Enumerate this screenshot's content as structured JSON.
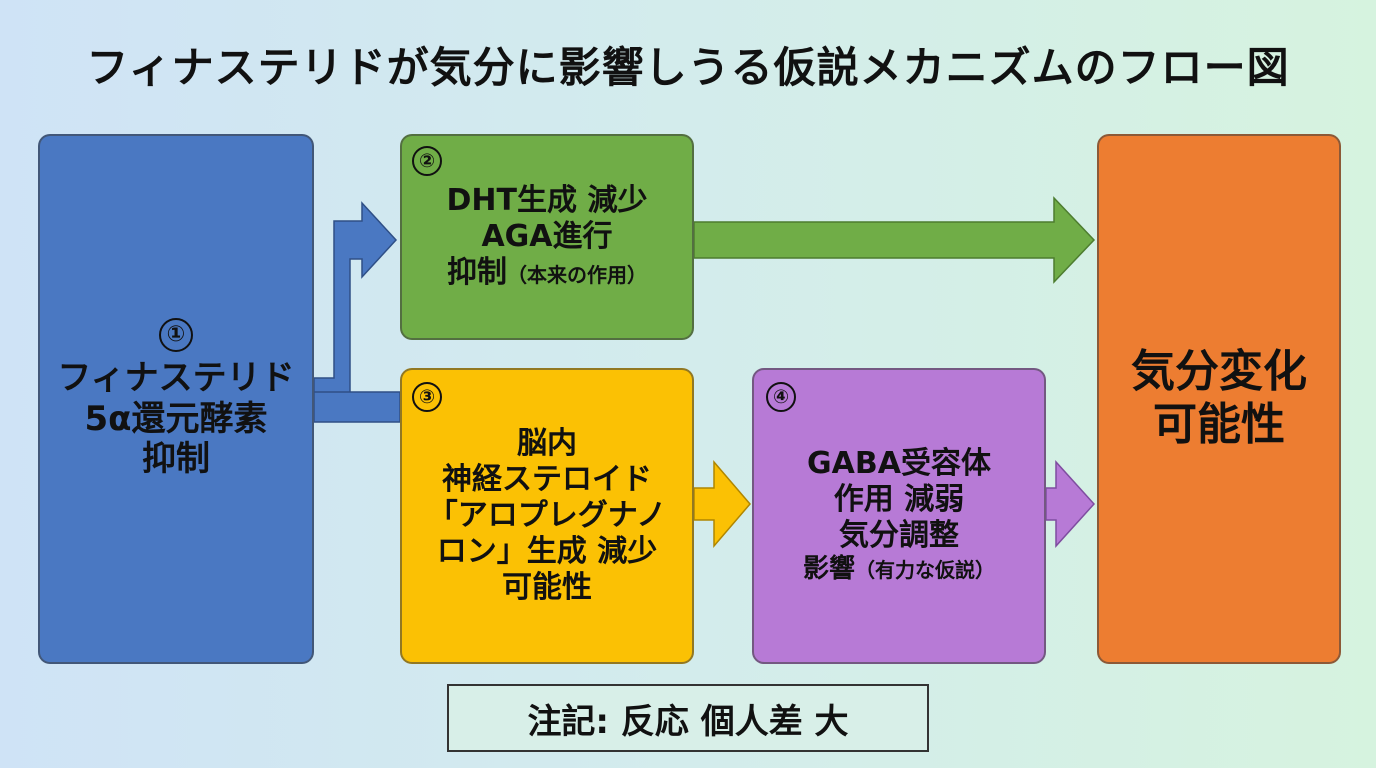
{
  "title": "フィナステリドが気分に影響しうる仮説メカニズムのフロー図",
  "colors": {
    "box1": "#4a78c2",
    "box2": "#70ad47",
    "box3": "#fbc104",
    "box4": "#b77ad6",
    "box5": "#ed7d31"
  },
  "boxes": {
    "box1": {
      "number": "①",
      "lines": [
        "フィナステリド",
        "5α還元酵素",
        "抑制"
      ]
    },
    "box2": {
      "number": "②",
      "lines": [
        "DHT生成 減少",
        "AGA進行",
        "抑制"
      ],
      "note": "（本来の作用）"
    },
    "box3": {
      "number": "③",
      "lines": [
        "脳内",
        "神経ステロイド",
        "「アロプレグナノ",
        "ロン」生成 減少",
        "可能性"
      ]
    },
    "box4": {
      "number": "④",
      "lines": [
        "GABA受容体",
        "作用 減弱",
        "気分調整",
        "影響"
      ],
      "note": "（有力な仮説）"
    },
    "box5": {
      "lines": [
        "気分変化",
        "可能性"
      ]
    }
  },
  "footnote": "注記: 反応 個人差 大"
}
